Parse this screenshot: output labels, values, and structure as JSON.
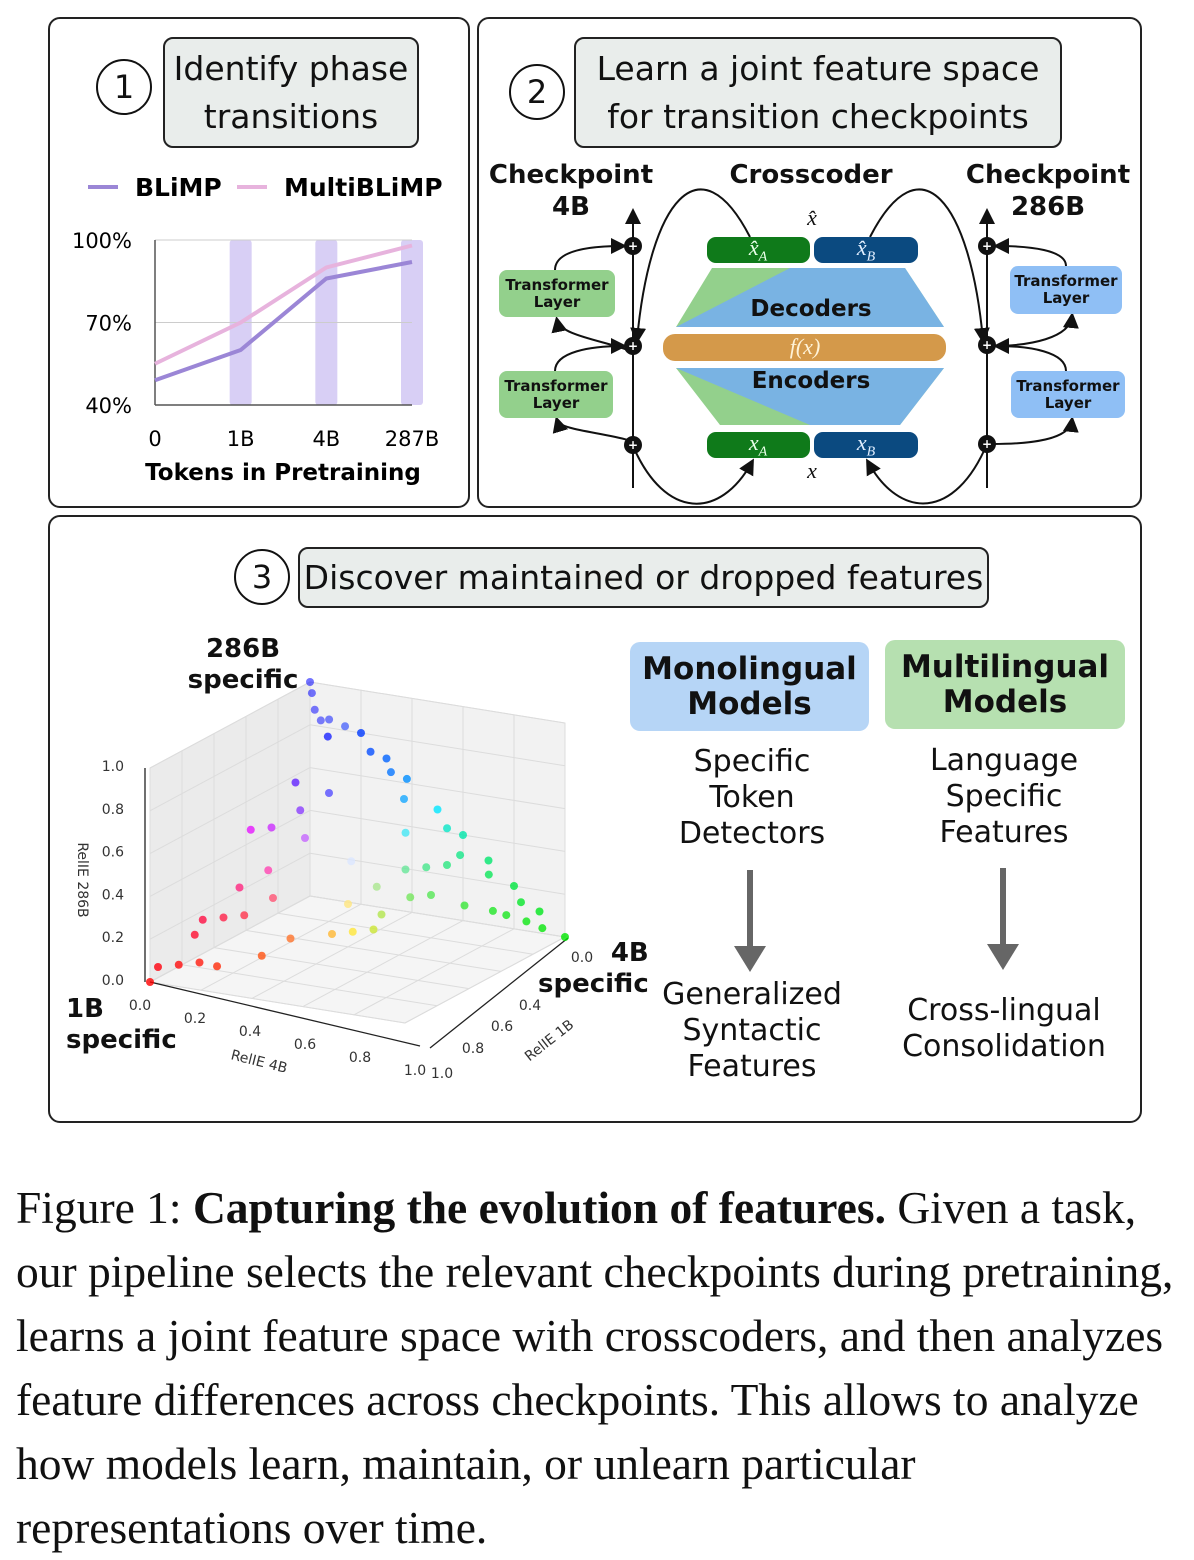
{
  "panel1": {
    "step": "1",
    "title_lines": [
      "Identify phase",
      "transitions"
    ],
    "chart_data": {
      "type": "line",
      "title": "",
      "xlabel": "Tokens in Pretraining",
      "ylabel": "",
      "categories": [
        "0",
        "1B",
        "4B",
        "287B"
      ],
      "yticks": [
        "40%",
        "70%",
        "100%"
      ],
      "ylim": [
        40,
        100
      ],
      "grid": true,
      "legend": "top",
      "highlighted_categories": [
        "1B",
        "4B",
        "287B"
      ],
      "series": [
        {
          "name": "BLiMP",
          "color": "#9b86d6",
          "values": [
            49,
            60,
            86,
            92
          ]
        },
        {
          "name": "MultiBLiMP",
          "color": "#e7b3dd",
          "values": [
            55,
            70,
            90,
            98
          ]
        }
      ]
    }
  },
  "panel2": {
    "step": "2",
    "title_lines": [
      "Learn a joint feature space",
      "for transition checkpoints"
    ],
    "left_heading": [
      "Checkpoint",
      "4B"
    ],
    "center_heading": "Crosscoder",
    "right_heading": [
      "Checkpoint",
      "286B"
    ],
    "layer_label": [
      "Transformer",
      "Layer"
    ],
    "x_hat": "x̂",
    "x_hat_a": "x̂",
    "x_hat_b": "x̂",
    "sub_a": "A",
    "sub_b": "B",
    "x": "x",
    "decoders": "Decoders",
    "encoders": "Encoders",
    "fx": "f(x)",
    "colors": {
      "green": "#0f7a1a",
      "blue": "#0b4a80",
      "orange": "#d4994a"
    }
  },
  "panel3": {
    "step": "3",
    "title": "Discover maintained or dropped features",
    "mono": {
      "title_lines": [
        "Monolingual",
        "Models"
      ],
      "from": [
        "Specific",
        "Token",
        "Detectors"
      ],
      "to": [
        "Generalized",
        "Syntactic",
        "Features"
      ]
    },
    "multi": {
      "title_lines": [
        "Multilingual",
        "Models"
      ],
      "from": [
        "Language",
        "Specific",
        "Features"
      ],
      "to": [
        "Cross-lingual",
        "Consolidation"
      ]
    },
    "chart_data": {
      "type": "scatter",
      "dims": [
        "RelIE 1B",
        "RelIE 4B",
        "RelIE 286B"
      ],
      "xlabel": "RelIE 4B",
      "ylabel": "RelIE 1B",
      "zlabel": "RelIE 286B",
      "xticks": [
        "0.0",
        "0.2",
        "0.4",
        "0.6",
        "0.8",
        "1.0"
      ],
      "yticks": [
        "0.0",
        "0.4",
        "0.6",
        "0.8",
        "1.0"
      ],
      "zticks": [
        "0.0",
        "0.2",
        "0.4",
        "0.6",
        "0.8",
        "1.0"
      ],
      "corner_labels": {
        "b286": [
          "286B",
          "specific"
        ],
        "b4": [
          "4B",
          "specific"
        ],
        "b1": [
          "1B",
          "specific"
        ]
      },
      "points_1B_4B_286B": [
        [
          0,
          0,
          1
        ],
        [
          0.02,
          0.02,
          0.96
        ],
        [
          0.05,
          0.05,
          0.9
        ],
        [
          0.06,
          0.08,
          0.86
        ],
        [
          0.04,
          0.1,
          0.86
        ],
        [
          0.02,
          0.15,
          0.83
        ],
        [
          0.0,
          0.2,
          0.8
        ],
        [
          0.08,
          0.12,
          0.8
        ],
        [
          0.02,
          0.25,
          0.73
        ],
        [
          0.0,
          0.3,
          0.7
        ],
        [
          0.02,
          0.33,
          0.65
        ],
        [
          0.0,
          0.38,
          0.62
        ],
        [
          0.05,
          0.4,
          0.55
        ],
        [
          0,
          0.5,
          0.5
        ],
        [
          0.02,
          0.55,
          0.43
        ],
        [
          0,
          0.6,
          0.4
        ],
        [
          0.05,
          0.62,
          0.33
        ],
        [
          0,
          0.7,
          0.3
        ],
        [
          0.03,
          0.72,
          0.25
        ],
        [
          0,
          0.8,
          0.2
        ],
        [
          0.02,
          0.84,
          0.14
        ],
        [
          0,
          0.9,
          0.1
        ],
        [
          0.03,
          0.93,
          0.04
        ],
        [
          0,
          1,
          0
        ],
        [
          0.05,
          0.88,
          0.07
        ],
        [
          0.08,
          0.82,
          0.1
        ],
        [
          0.1,
          0.78,
          0.12
        ],
        [
          0.1,
          0.6,
          0.3
        ],
        [
          0.15,
          0.55,
          0.3
        ],
        [
          0.2,
          0.5,
          0.3
        ],
        [
          0.12,
          0.45,
          0.43
        ],
        [
          0.2,
          0.6,
          0.2
        ],
        [
          0.25,
          0.55,
          0.2
        ],
        [
          0.15,
          0.7,
          0.15
        ],
        [
          0.3,
          0.45,
          0.25
        ],
        [
          0.35,
          0.5,
          0.15
        ],
        [
          0.4,
          0.4,
          0.2
        ],
        [
          0.3,
          0.35,
          0.35
        ],
        [
          0.45,
          0.45,
          0.1
        ],
        [
          0.5,
          0.4,
          0.1
        ],
        [
          0.4,
          0.5,
          0.1
        ],
        [
          0.35,
          0.2,
          0.45
        ],
        [
          0.4,
          0.1,
          0.5
        ],
        [
          0.3,
          0.15,
          0.55
        ],
        [
          0.45,
          0.05,
          0.5
        ],
        [
          0.5,
          0.15,
          0.35
        ],
        [
          0.55,
          0.2,
          0.25
        ],
        [
          0.6,
          0.1,
          0.3
        ],
        [
          0.65,
          0.15,
          0.2
        ],
        [
          0.7,
          0.1,
          0.2
        ],
        [
          0.75,
          0.05,
          0.2
        ],
        [
          0.8,
          0.05,
          0.15
        ],
        [
          0.85,
          0.1,
          0.05
        ],
        [
          0.9,
          0.05,
          0.05
        ],
        [
          0.95,
          0,
          0.05
        ],
        [
          1,
          0,
          0
        ],
        [
          0.82,
          0.15,
          0.03
        ],
        [
          0.7,
          0.25,
          0.05
        ],
        [
          0.6,
          0.3,
          0.1
        ],
        [
          0.2,
          0.2,
          0.6
        ],
        [
          0.25,
          0.1,
          0.65
        ]
      ]
    }
  },
  "caption": {
    "label": "Figure 1:",
    "title": "Capturing the evolution of features.",
    "text": "Given a task, our pipeline selects the relevant checkpoints during pretraining, learns a joint feature space with crosscoders, and then analyzes feature differences across checkpoints. This allows to analyze how models learn, maintain, or unlearn particular representations over time."
  }
}
